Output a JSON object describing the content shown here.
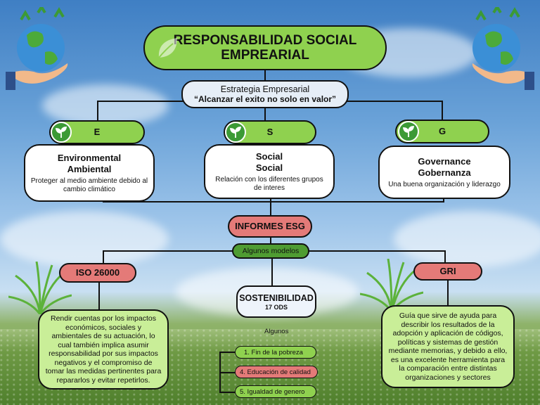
{
  "title": {
    "line1": "RESPONSABILIDAD SOCIAL",
    "line2": "EMPREARIAL"
  },
  "strategy": {
    "line1": "Estrategia Empresarial",
    "line2": "“Alcanzar el exito no solo en valor”"
  },
  "esg": [
    {
      "letter": "E",
      "heading1": "Environmental",
      "heading2": "Ambiental",
      "description": "Proteger al medio ambiente debido al cambio climático"
    },
    {
      "letter": "S",
      "heading1": "Social",
      "heading2": "Social",
      "description": "Relación con los diferentes grupos de interes"
    },
    {
      "letter": "G",
      "heading1": "Governance",
      "heading2": "Gobernanza",
      "description": "Una buena organización y liderazgo"
    }
  ],
  "informes": "INFORMES ESG",
  "modelos": "Algunos modelos",
  "iso": {
    "label": "ISO 26000",
    "description": "Rendir cuentas por los impactos económicos, sociales y ambientales de su actuación, lo cual también implica asumir responsabilidad por sus impactos negativos y el compromiso de tomar las medidas pertinentes para repararlos y evitar repetirlos."
  },
  "sostenibilidad": {
    "label": "SOSTENIBILIDAD",
    "sub": "17 ODS",
    "algunos": "Algunos",
    "items": [
      "1.   Fin de la pobreza",
      "4. Educación de calidad",
      "5. Igualdad de genero"
    ]
  },
  "gri": {
    "label": "GRI",
    "description": "Guía que sirve de ayuda para describir los resultados de la adopción y aplicación de códigos, políticas y sistemas de gestión mediante memorias, y debido a ello, es una excelente herramienta para la comparación entre distintas organizaciones y sectores"
  },
  "colors": {
    "green": "#8fd14f",
    "red": "#e47a78",
    "dark_green": "#3c9a35",
    "light_green": "#c9ee98"
  }
}
